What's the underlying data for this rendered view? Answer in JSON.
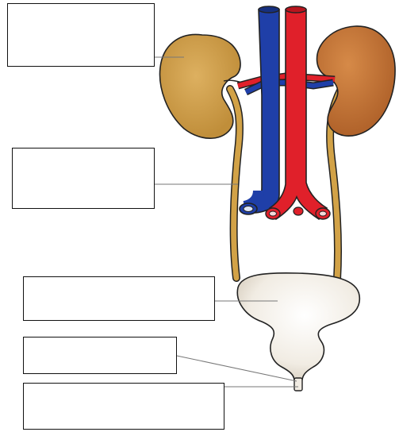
{
  "diagram": {
    "type": "urinary-system-labeling-worksheet",
    "colors": {
      "kidney_left": "#D4A24C",
      "kidney_right": "#C97A3A",
      "ureter": "#D2A247",
      "vein": "#1F3FA8",
      "artery": "#E0202A",
      "bladder": "#F2EDE4",
      "leader_line": "#777777",
      "outline": "#222222"
    },
    "labels": [
      {
        "id": "kidney",
        "text": ""
      },
      {
        "id": "ureter",
        "text": ""
      },
      {
        "id": "bladder",
        "text": ""
      },
      {
        "id": "sphincter",
        "text": ""
      },
      {
        "id": "urethra",
        "text": ""
      }
    ]
  }
}
